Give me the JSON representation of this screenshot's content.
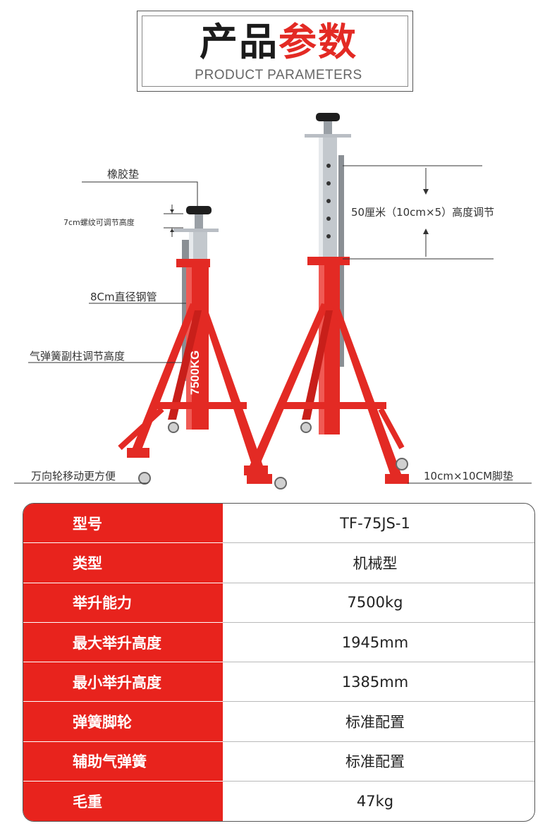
{
  "header": {
    "title_part1": "产品",
    "title_part2": "参数",
    "subtitle": "PRODUCT PARAMETERS"
  },
  "product": {
    "stand_label": "7500KG",
    "callouts": {
      "rubber_pad": "橡胶垫",
      "thread_adjust": "7cm螺纹可调节高度",
      "steel_tube": "8Cm直径钢管",
      "gas_spring": "气弹簧副柱调节高度",
      "casters": "万向轮移动更方便",
      "height_adjust": "50厘米（10cm×5）高度调节",
      "foot_pad": "10cm×10CM脚垫"
    },
    "colors": {
      "frame": "#e32a24",
      "pole": "#b9bec4",
      "pad": "#1e1e1e"
    }
  },
  "spec_table": {
    "label_bg": "#e8231d",
    "rows": [
      {
        "label": "型号",
        "value": "TF-75JS-1"
      },
      {
        "label": "类型",
        "value": "机械型"
      },
      {
        "label": "举升能力",
        "value": "7500kg"
      },
      {
        "label": "最大举升高度",
        "value": "1945mm"
      },
      {
        "label": "最小举升高度",
        "value": "1385mm"
      },
      {
        "label": "弹簧脚轮",
        "value": "标准配置"
      },
      {
        "label": "辅助气弹簧",
        "value": "标准配置"
      },
      {
        "label": "毛重",
        "value": "47kg"
      }
    ]
  }
}
